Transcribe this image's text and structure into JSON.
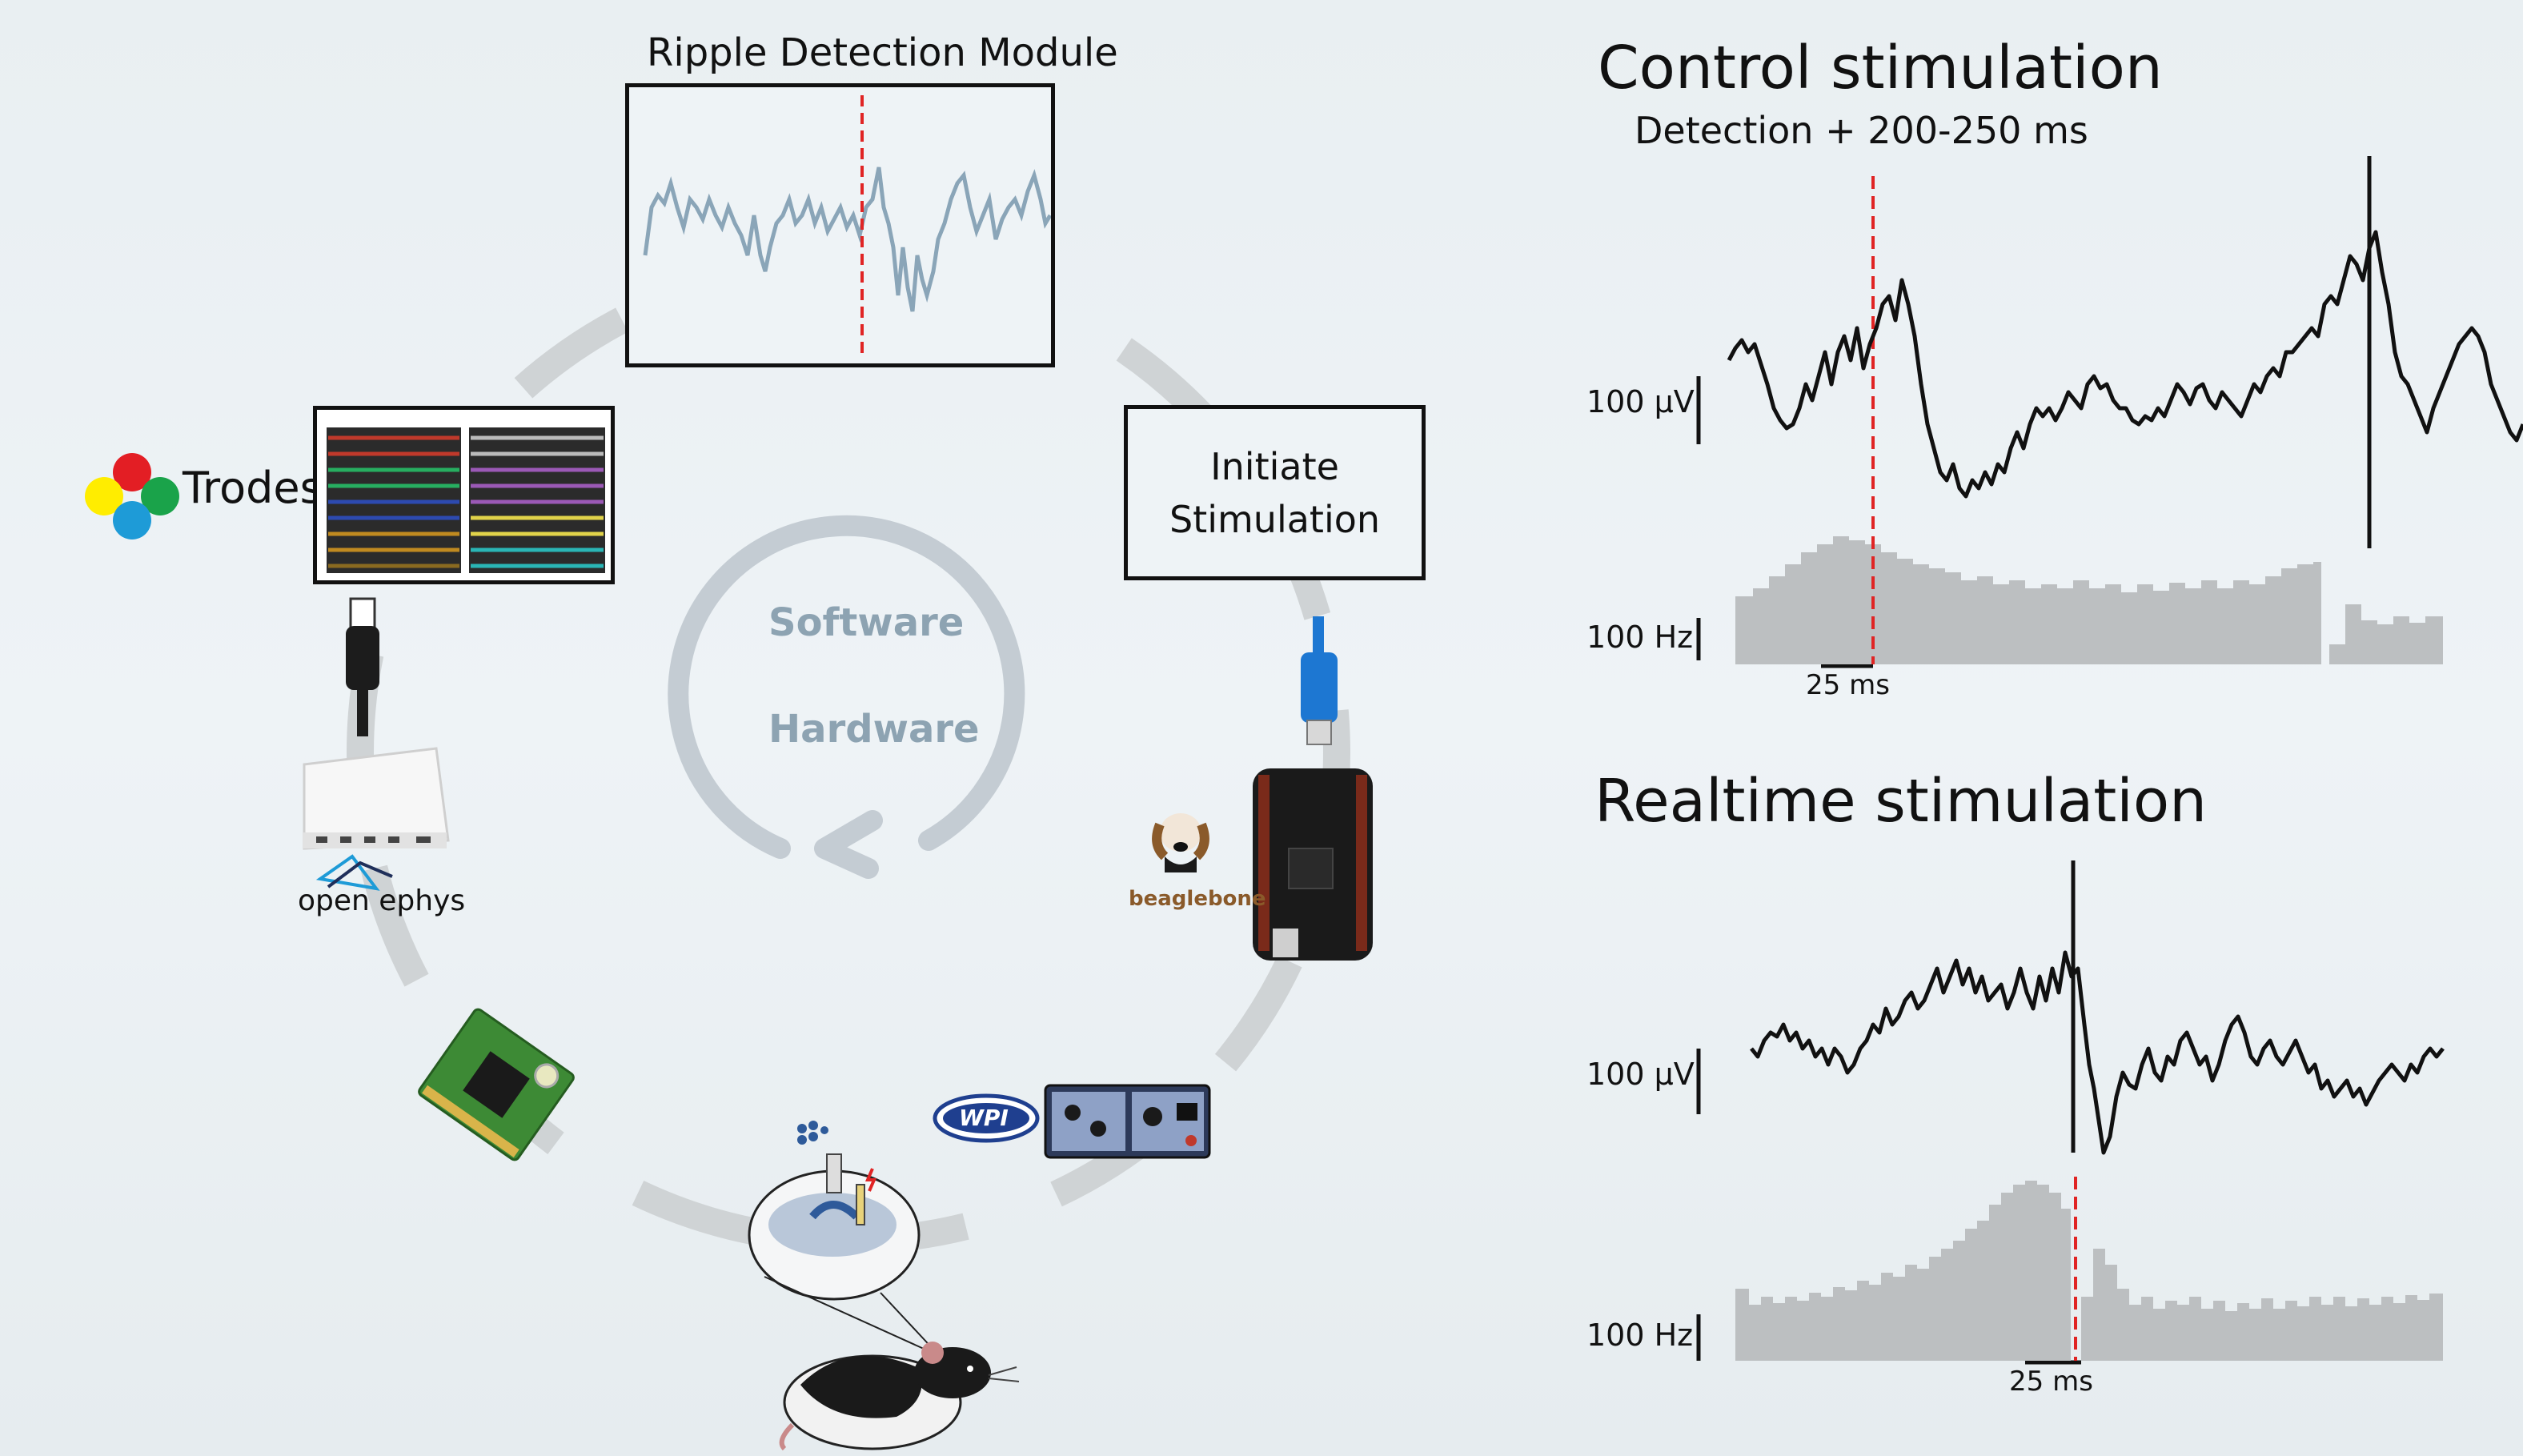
{
  "left": {
    "ripple_module_title": "Ripple Detection Module",
    "trodes_label": "Trodes",
    "initiate": {
      "line1": "Initiate",
      "line2": "Stimulation"
    },
    "cycle": {
      "software": "Software",
      "hardware": "Hardware"
    },
    "open_ephys_label": "open ephys",
    "beaglebone_label": "beaglebone",
    "wpi_label": "WPI",
    "colors": {
      "ring": "#cfd3d5",
      "cycle_arrow": "#c4ccd3",
      "cycle_text": "#8da3b2",
      "trace": "#8aa5b8",
      "detection": "#e02424"
    }
  },
  "right": {
    "control": {
      "title": "Control stimulation",
      "subtitle": "Detection + 200-250 ms",
      "lfp_scale": "100 μV",
      "rate_scale": "100 Hz",
      "time_scale": "25 ms"
    },
    "realtime": {
      "title": "Realtime stimulation",
      "lfp_scale": "100 μV",
      "rate_scale": "100 Hz",
      "time_scale": "25 ms"
    },
    "colors": {
      "trace": "#111111",
      "histogram": "#bcbfc1",
      "detection": "#e02424"
    }
  }
}
